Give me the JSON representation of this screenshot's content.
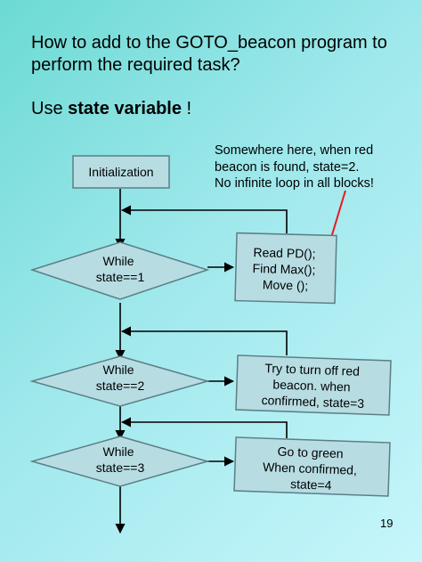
{
  "slide": {
    "title": "How to add to the GOTO_beacon program to perform the required task?",
    "use_prefix": "Use ",
    "use_bold": "state variable",
    "use_suffix": " !",
    "note_lines": [
      "Somewhere here, when red",
      "beacon is found, state=2.",
      "No infinite loop in all blocks!"
    ],
    "page_number": "19"
  },
  "flowchart": {
    "init_label": "Initialization",
    "decisions": [
      {
        "lines": [
          "While",
          "state==1"
        ]
      },
      {
        "lines": [
          "While",
          "state==2"
        ]
      },
      {
        "lines": [
          "While",
          "state==3"
        ]
      }
    ],
    "actions": [
      {
        "lines": [
          "Read PD();",
          "Find Max();",
          "Move ();"
        ]
      },
      {
        "lines": [
          "Try to turn off red",
          "beacon. when",
          "confirmed, state=3"
        ]
      },
      {
        "lines": [
          "Go to green",
          "When confirmed,",
          "state=4"
        ]
      }
    ]
  },
  "colors": {
    "shape_fill": "#b7dde3",
    "shape_stroke": "#5a7f86",
    "note_arrow": "#e8191e"
  }
}
